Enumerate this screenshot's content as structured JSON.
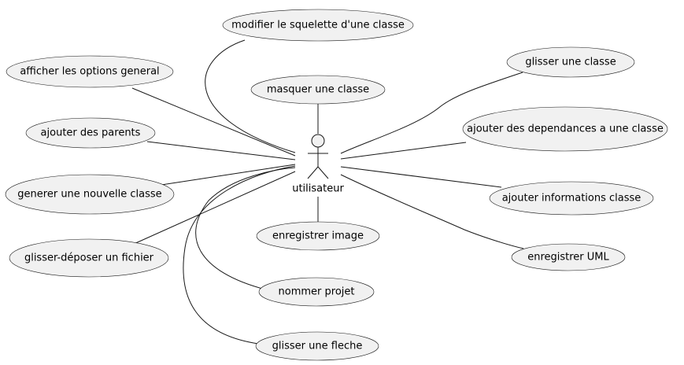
{
  "actor": {
    "name": "utilisateur"
  },
  "use_cases": [
    {
      "id": "squelette",
      "label": "modifier le squelette d'une classe"
    },
    {
      "id": "options",
      "label": "afficher les options general"
    },
    {
      "id": "masquer",
      "label": "masquer une classe"
    },
    {
      "id": "glisser_classe",
      "label": "glisser une classe"
    },
    {
      "id": "parents",
      "label": "ajouter des parents"
    },
    {
      "id": "dependances",
      "label": "ajouter des dependances a une classe"
    },
    {
      "id": "nouvelle",
      "label": "generer une nouvelle classe"
    },
    {
      "id": "informations",
      "label": "ajouter informations classe"
    },
    {
      "id": "image",
      "label": "enregistrer image"
    },
    {
      "id": "fichier",
      "label": "glisser-déposer un fichier"
    },
    {
      "id": "uml",
      "label": "enregistrer UML"
    },
    {
      "id": "projet",
      "label": "nommer projet"
    },
    {
      "id": "fleche",
      "label": "glisser une fleche"
    }
  ]
}
